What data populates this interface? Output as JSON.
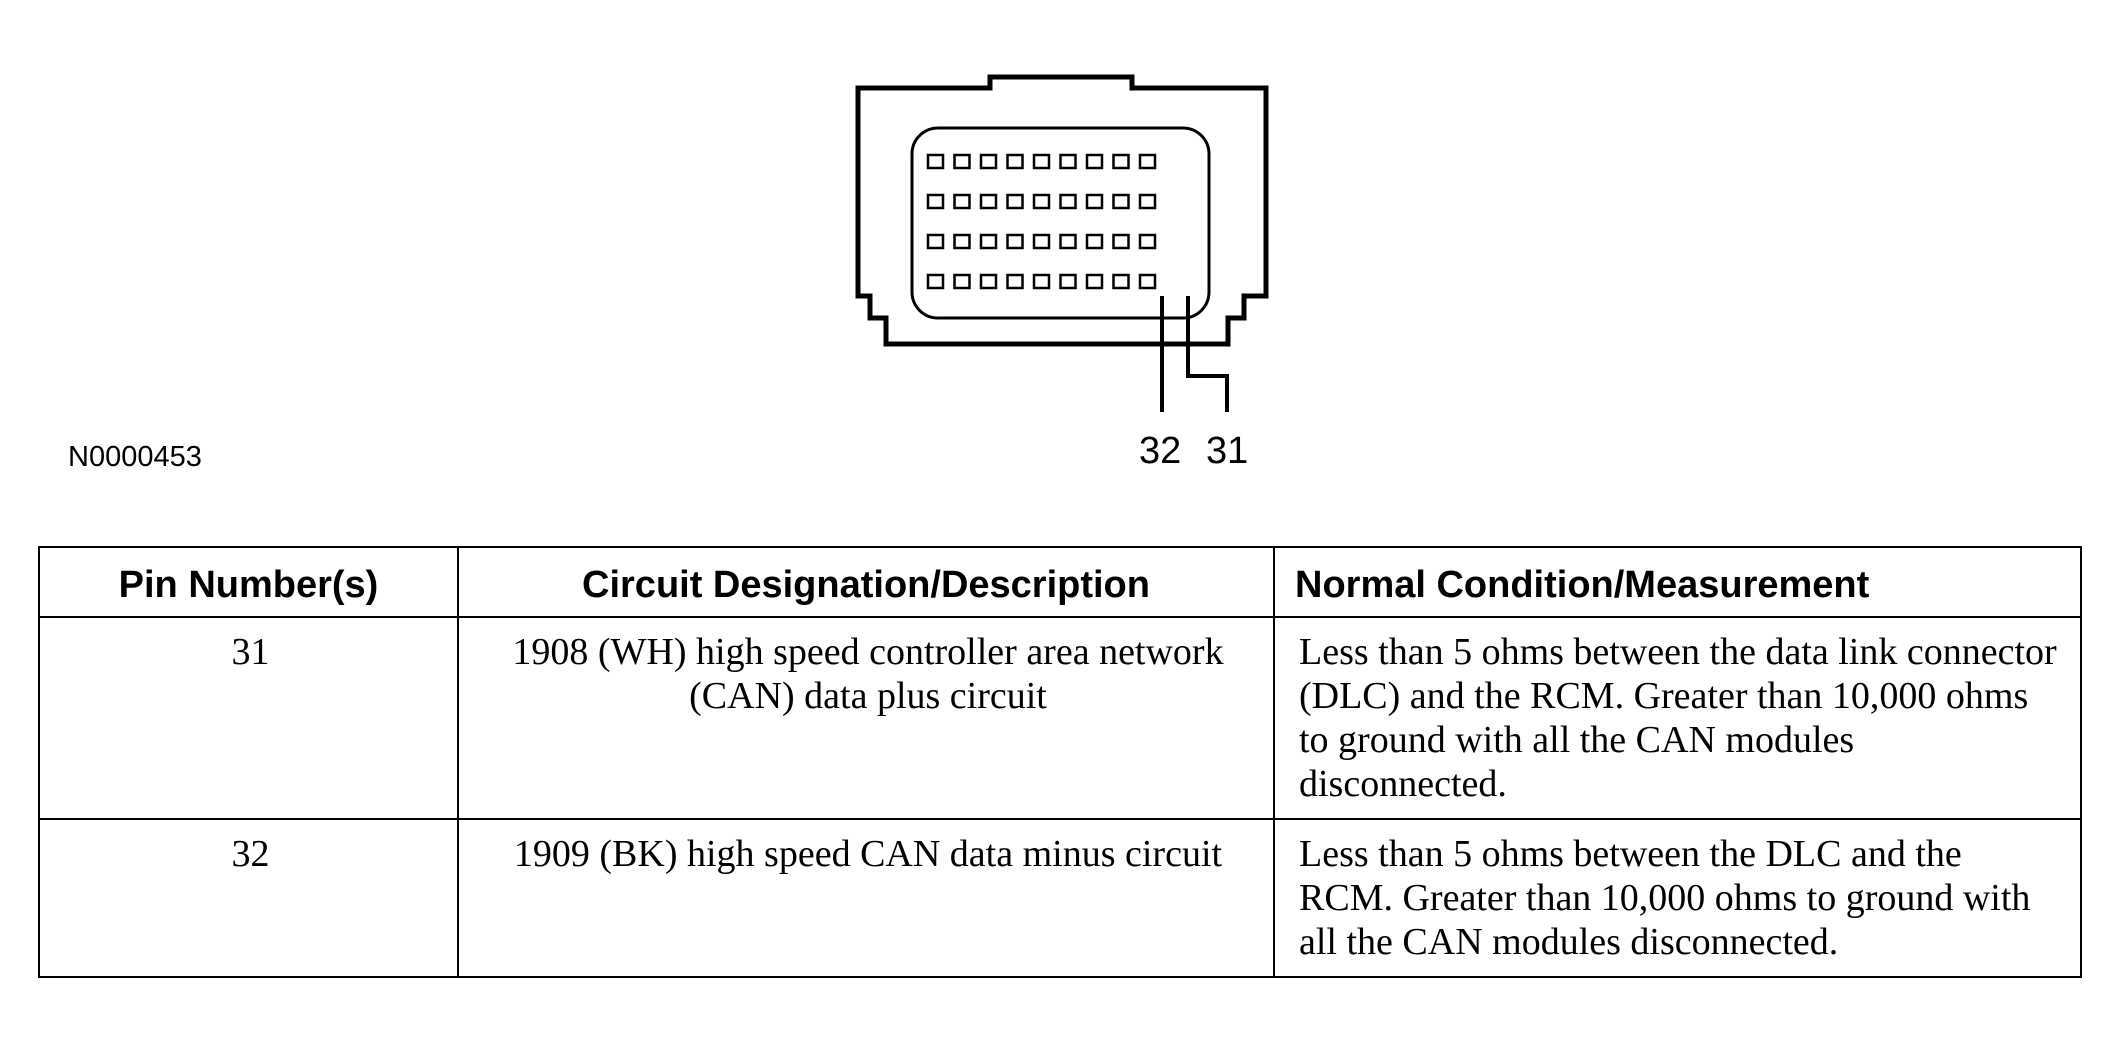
{
  "figure": {
    "id": "N0000453",
    "pin_labels": [
      "32",
      "31"
    ]
  },
  "table": {
    "headers": [
      "Pin Number(s)",
      "Circuit Designation/Description",
      "Normal Condition/Measurement"
    ],
    "rows": [
      {
        "pin": "31",
        "circuit": "1908 (WH) high speed controller area network (CAN) data plus circuit",
        "condition": "Less than 5 ohms between the data link connector (DLC) and the RCM. Greater than 10,000 ohms to ground with all the CAN modules disconnected."
      },
      {
        "pin": "32",
        "circuit": "1909 (BK) high speed CAN data minus circuit",
        "condition": "Less than 5 ohms between the DLC and the RCM. Greater than 10,000 ohms to ground with all the CAN modules disconnected."
      }
    ]
  }
}
